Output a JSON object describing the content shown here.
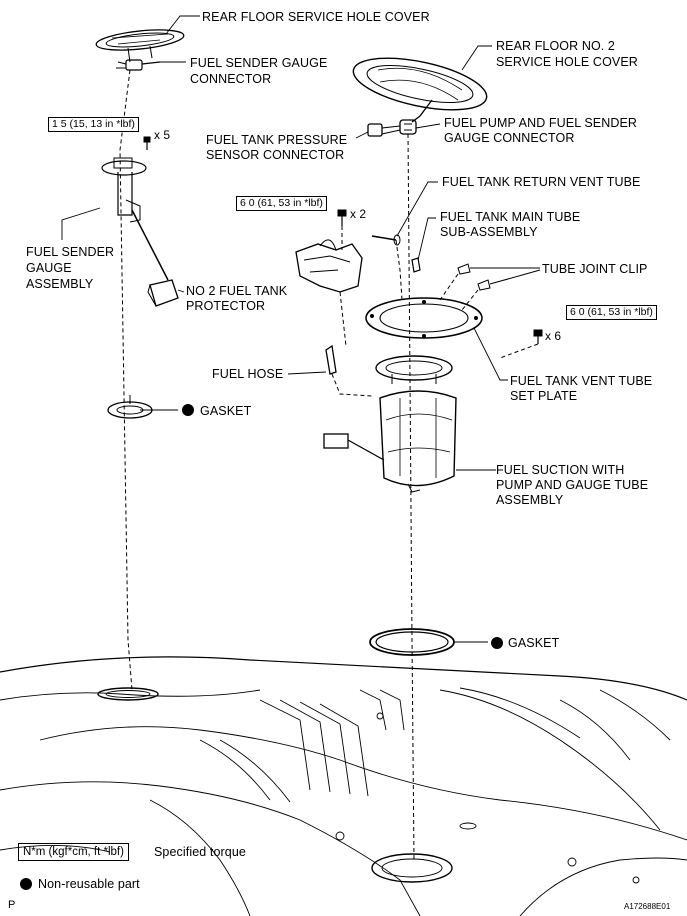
{
  "labels": {
    "rear_floor_cover": "REAR FLOOR SERVICE HOLE COVER",
    "fuel_sender_gauge_connector": [
      "FUEL SENDER GAUGE",
      "CONNECTOR"
    ],
    "rear_floor_no2_cover": [
      "REAR FLOOR NO. 2",
      "SERVICE HOLE COVER"
    ],
    "fuel_pump_sender_connector": [
      "FUEL PUMP AND FUEL SENDER",
      "GAUGE CONNECTOR"
    ],
    "fuel_tank_pressure_sensor": [
      "FUEL TANK PRESSURE",
      "SENSOR CONNECTOR"
    ],
    "fuel_tank_return_vent_tube": "FUEL TANK RETURN VENT TUBE",
    "fuel_tank_main_tube": [
      "FUEL TANK MAIN TUBE",
      "SUB-ASSEMBLY"
    ],
    "tube_joint_clip": "TUBE JOINT CLIP",
    "fuel_sender_gauge_assembly": [
      "FUEL SENDER",
      "GAUGE",
      "ASSEMBLY"
    ],
    "no2_fuel_tank_protector": [
      "NO  2 FUEL TANK",
      "PROTECTOR"
    ],
    "fuel_hose": "FUEL HOSE",
    "fuel_tank_vent_tube_set_plate": [
      "FUEL TANK VENT TUBE",
      "SET PLATE"
    ],
    "gasket_left": "GASKET",
    "fuel_suction_assembly": [
      "FUEL SUCTION WITH",
      "PUMP AND GAUGE TUBE",
      "ASSEMBLY"
    ],
    "gasket_right": "GASKET"
  },
  "torques": {
    "t1": "1 5 (15, 13 in *lbf)",
    "t2": "6 0 (61, 53 in *lbf)",
    "t3": "6 0 (61, 53 in *lbf)"
  },
  "quantities": {
    "q1": "x 5",
    "q2": "x 2",
    "q3": "x 6"
  },
  "legend": {
    "torque_unit": "N*m (kgf*cm, ft *lbf)",
    "torque_text": "Specified torque",
    "nonreusable_text": "Non-reusable part"
  },
  "corner_p": "P",
  "figure_ref": "A172688E01"
}
